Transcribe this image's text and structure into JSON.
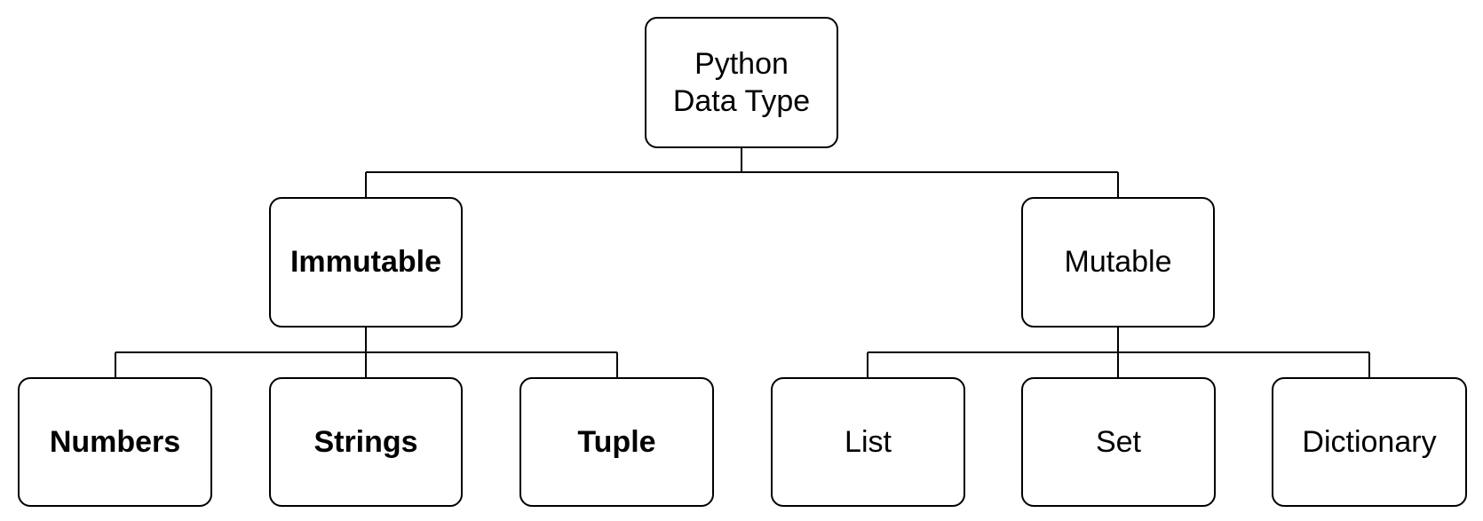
{
  "diagram": {
    "root": {
      "line1": "Python",
      "line2": "Data Type"
    },
    "immutable": {
      "label": "Immutable",
      "children": [
        "Numbers",
        "Strings",
        "Tuple"
      ]
    },
    "mutable": {
      "label": "Mutable",
      "children": [
        "List",
        "Set",
        "Dictionary"
      ]
    }
  },
  "colors": {
    "stroke": "#000000",
    "fill": "#ffffff",
    "text": "#000000"
  }
}
